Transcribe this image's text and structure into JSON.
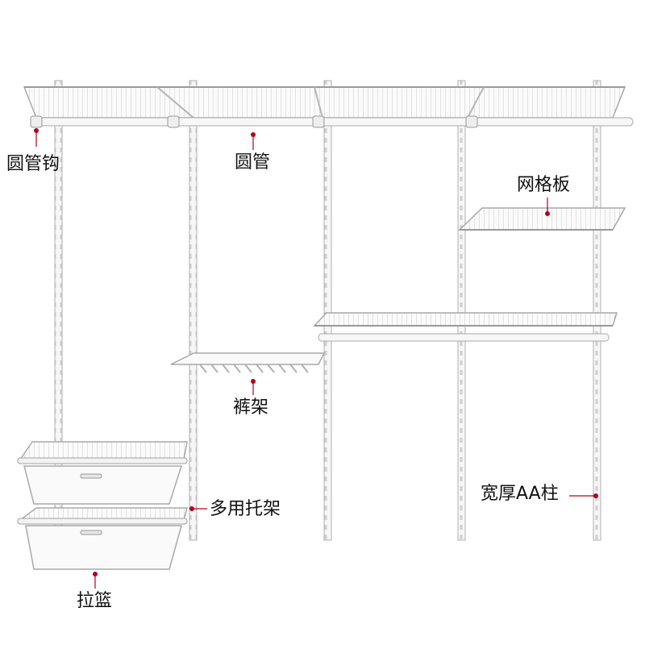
{
  "labels": {
    "round_tube_hook": "圆管钩",
    "round_tube": "圆管",
    "grid_shelf": "网格板",
    "pants_rack": "裤架",
    "multi_bracket": "多用托架",
    "wide_thick_post": "宽厚AA柱",
    "pull_basket": "拉篮"
  },
  "colors": {
    "frame": "#f4f4f4",
    "outline": "#a9a9a9",
    "marker": "#b3001b",
    "text": "#111111"
  }
}
